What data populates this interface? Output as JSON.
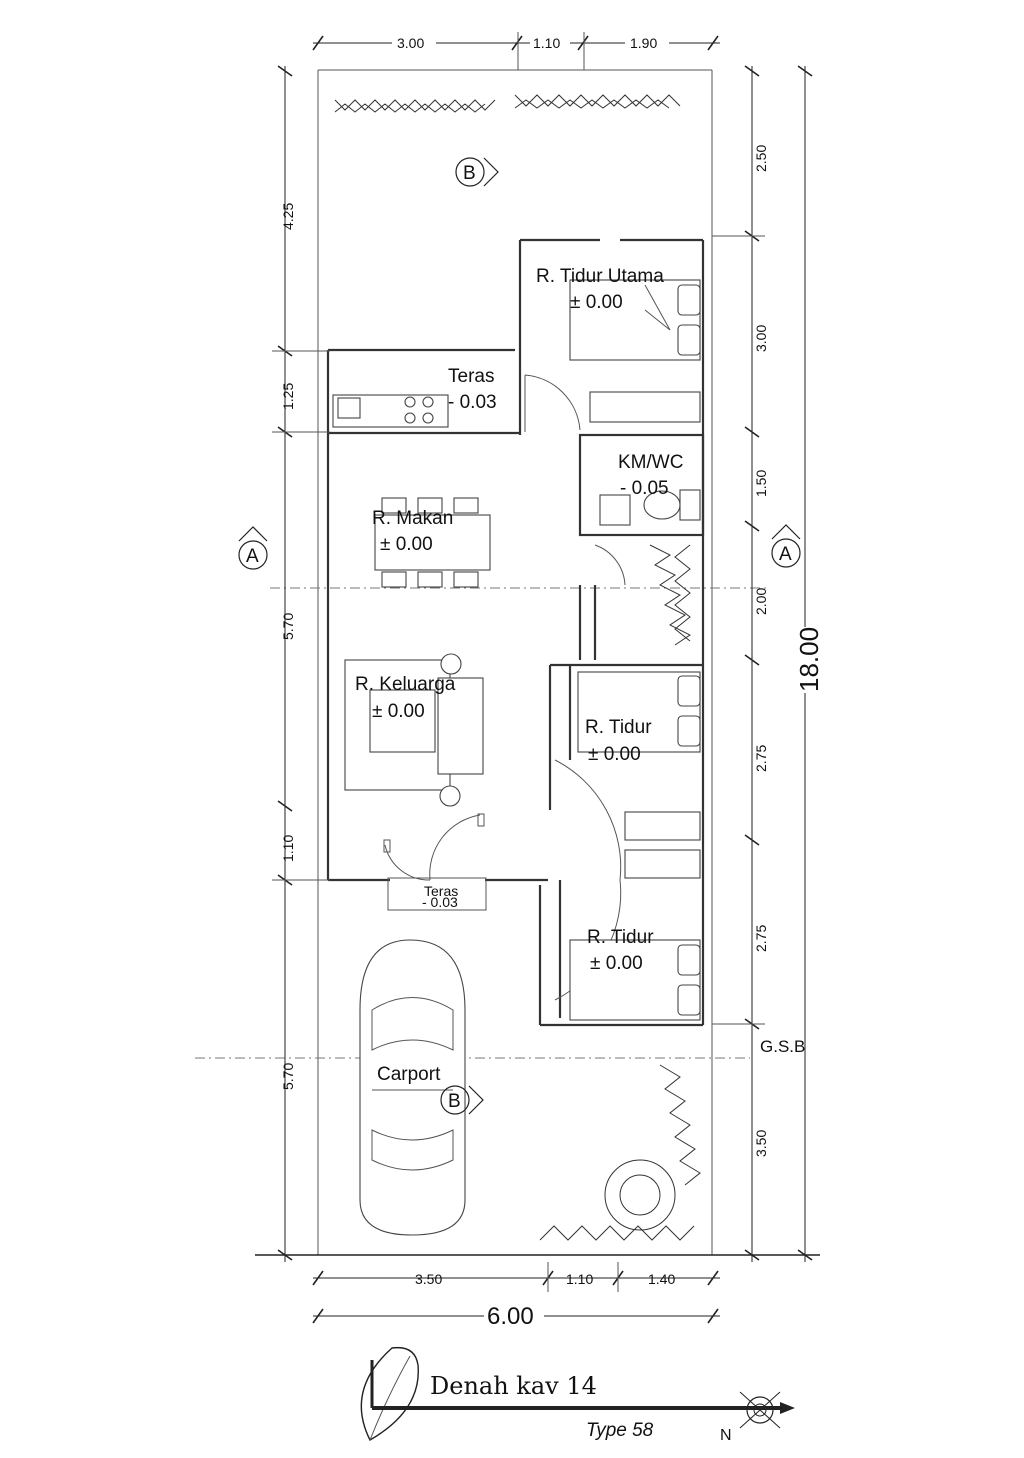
{
  "title": "Denah kav 14",
  "subtitle": "Type 58",
  "north_label": "N",
  "rooms": {
    "tidur_utama": {
      "name": "R. Tidur Utama",
      "level": "± 0.00"
    },
    "teras_back": {
      "name": "Teras",
      "level": "- 0.03"
    },
    "kmwc": {
      "name": "KM/WC",
      "level": "- 0.05"
    },
    "makan": {
      "name": "R. Makan",
      "level": "± 0.00"
    },
    "keluarga": {
      "name": "R. Keluarga",
      "level": "± 0.00"
    },
    "tidur_1": {
      "name": "R. Tidur",
      "level": "± 0.00"
    },
    "tidur_2": {
      "name": "R. Tidur",
      "level": "± 0.00"
    },
    "teras_front": {
      "name": "Teras",
      "level": "- 0.03"
    },
    "carport": {
      "name": "Carport"
    }
  },
  "dimensions": {
    "top": [
      "3.00",
      "1.10",
      "1.90"
    ],
    "bottom": [
      "3.50",
      "1.10",
      "1.40"
    ],
    "total_width": "6.00",
    "left": [
      "4.25",
      "1.25",
      "5.70",
      "1.10",
      "5.70"
    ],
    "right": [
      "2.50",
      "3.00",
      "1.50",
      "2.00",
      "2.75",
      "2.75",
      "3.50"
    ],
    "total_length": "18.00"
  },
  "section_marks": {
    "a": "A",
    "b": "B"
  },
  "gsb_label": "G.S.B"
}
